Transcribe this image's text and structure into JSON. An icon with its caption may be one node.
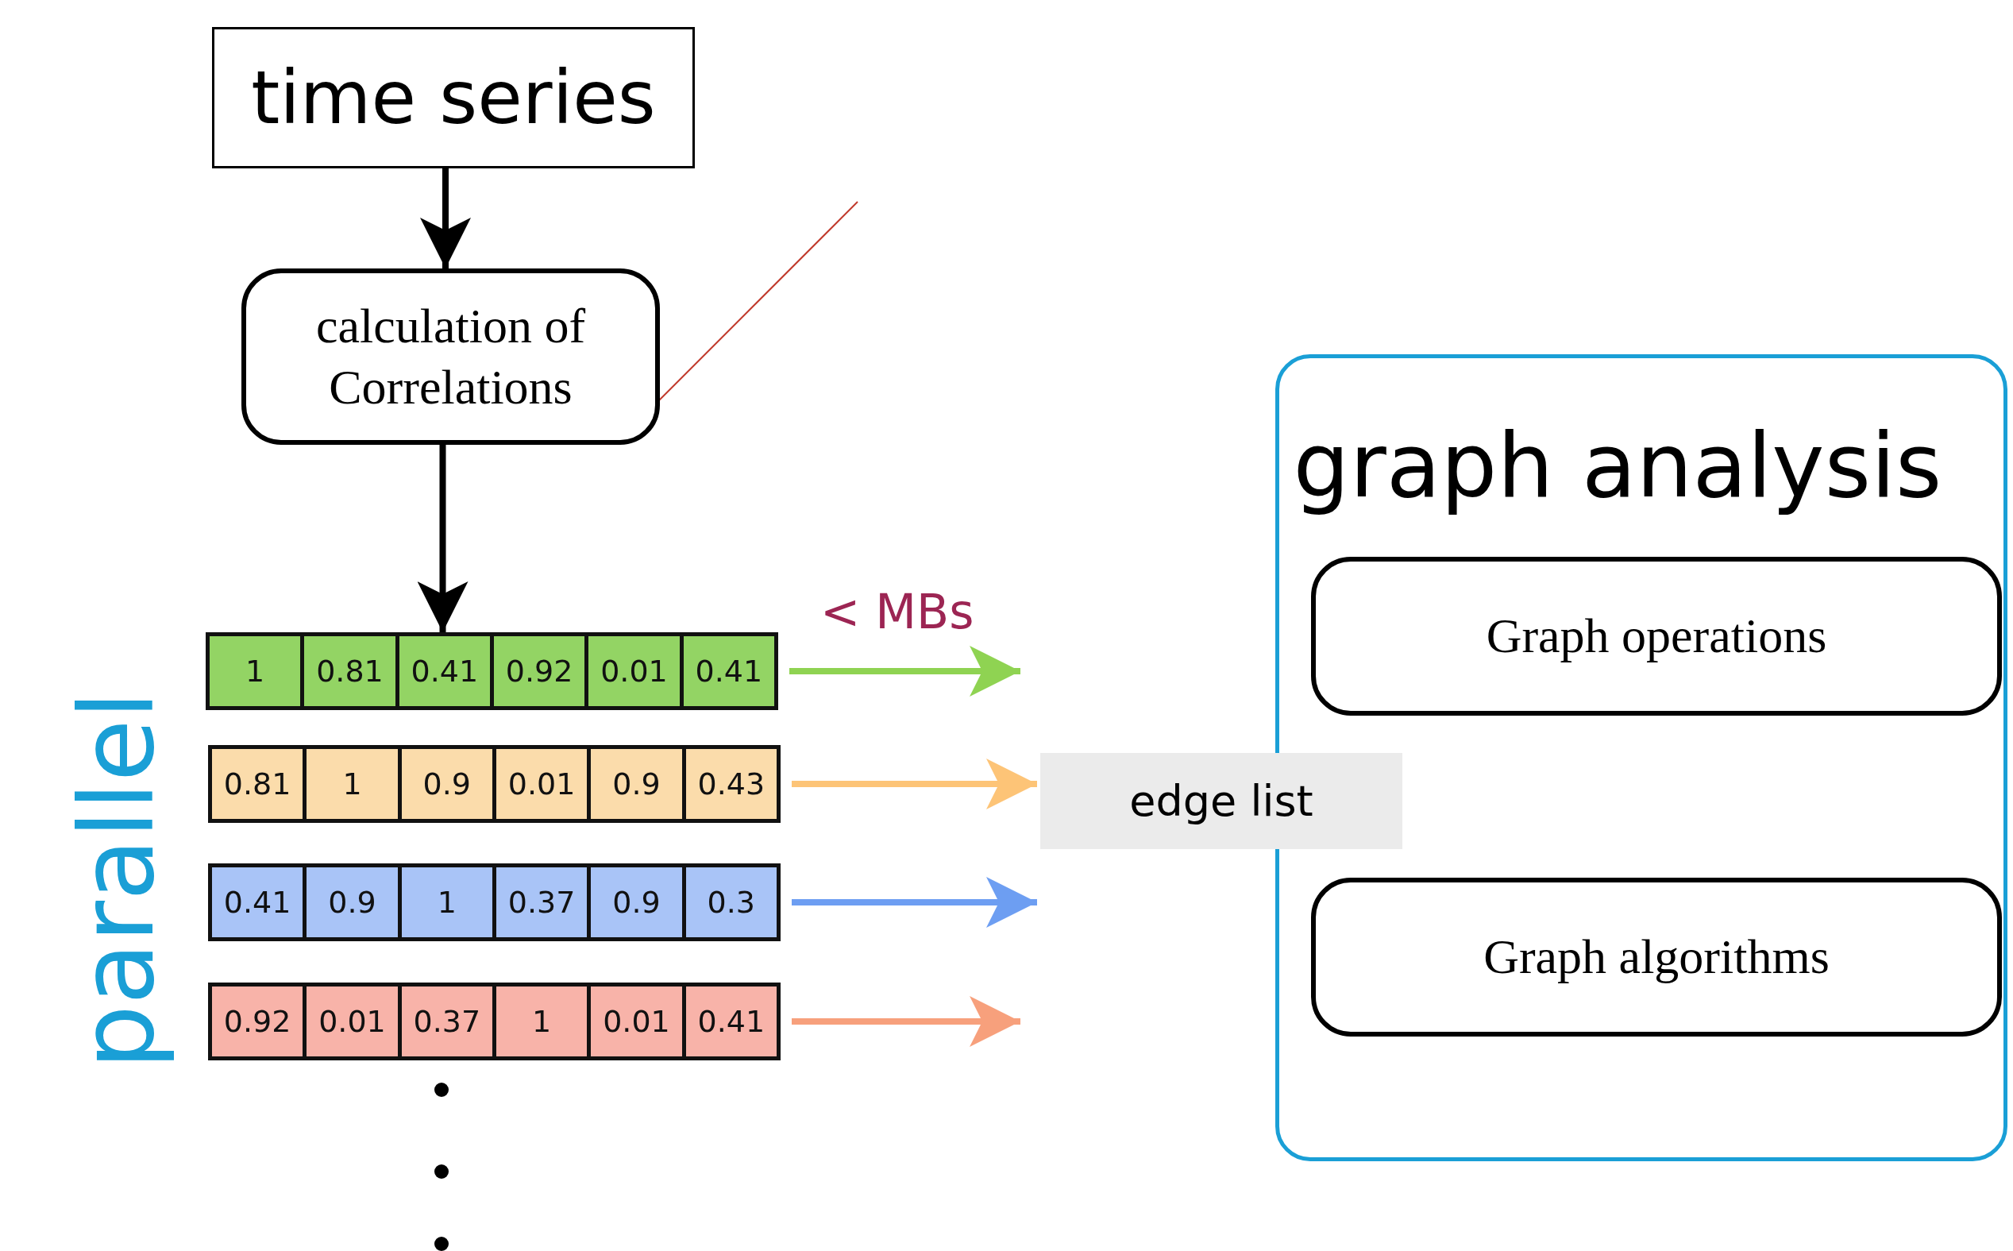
{
  "diagram": {
    "nodes": [
      {
        "text": [
          "time series"
        ]
      },
      {
        "text": [
          "calculation of Correlations"
        ]
      },
      {
        "text": [
          "1",
          "0.81",
          "0.41",
          "0.92",
          "0.01",
          "0.41"
        ]
      },
      {
        "text": [
          "0.81",
          "1",
          "0.9",
          "0.01",
          "0.9",
          "0.43"
        ]
      },
      {
        "text": [
          "0.41",
          "0.9",
          "1",
          "0.37",
          "0.9",
          "0.3"
        ]
      },
      {
        "text": [
          "0.92",
          "0.01",
          "0.37",
          "1",
          "0.01",
          "0.41"
        ]
      },
      {
        "text": [
          "edge list"
        ]
      },
      {
        "text": [
          "graph analysis"
        ]
      },
      {
        "text": [
          "Graph operations"
        ],
        "in": 7
      },
      {
        "text": [
          "Graph algorithms"
        ],
        "in": 7
      }
    ],
    "edges": [
      {
        "from": 0,
        "to": 1,
        "arrow": "to",
        "color": "#000000"
      },
      {
        "from": 1,
        "to": 2,
        "arrow": "to",
        "color": "#000000"
      },
      {
        "from": 2,
        "to": null,
        "arrow": "to",
        "color": "#8fd352"
      },
      {
        "from": 3,
        "to": 6,
        "arrow": "to",
        "color": "#fdc477"
      },
      {
        "from": 4,
        "to": 6,
        "arrow": "to",
        "color": "#6d9ef2"
      },
      {
        "from": 5,
        "to": null,
        "arrow": "to",
        "color": "#f7a07c"
      },
      {
        "from": 1,
        "to": null,
        "arrow": "none",
        "color": "#c0392b"
      }
    ],
    "labels": [
      "< MBs",
      "parallel"
    ]
  }
}
